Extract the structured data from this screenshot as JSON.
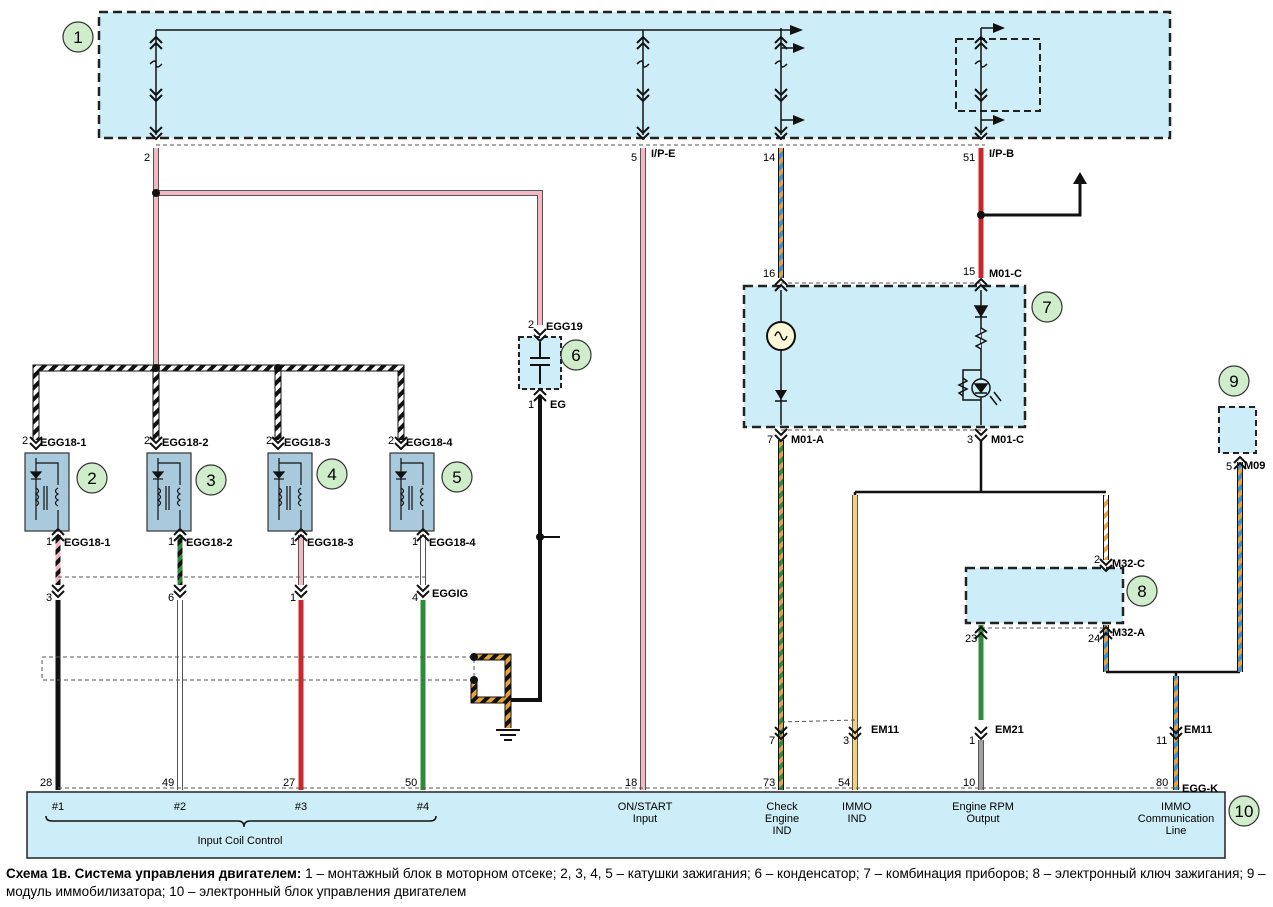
{
  "callouts": [
    "1",
    "2",
    "3",
    "4",
    "5",
    "6",
    "7",
    "8",
    "9",
    "10"
  ],
  "top_box_pins": {
    "p1": "2",
    "p2": "5",
    "p2_conn": "I/P-E",
    "p3": "14",
    "p4": "51",
    "p4_conn": "I/P-B"
  },
  "coils": [
    {
      "pin_top": "2",
      "conn_top": "EGG18-1",
      "pin_bot": "1",
      "conn_bot": "EGG18-1",
      "ecu_pin": "3"
    },
    {
      "pin_top": "2",
      "conn_top": "EGG18-2",
      "pin_bot": "1",
      "conn_bot": "EGG18-2",
      "ecu_pin": "6"
    },
    {
      "pin_top": "2",
      "conn_top": "EGG18-3",
      "pin_bot": "1",
      "conn_bot": "EGG18-3",
      "ecu_pin": "1"
    },
    {
      "pin_top": "2",
      "conn_top": "EGG18-4",
      "pin_bot": "1",
      "conn_bot": "EGG18-4",
      "ecu_pin": "4",
      "ecu_conn": "EGGIG"
    }
  ],
  "capacitor": {
    "pin_top": "2",
    "conn_top": "EGG19",
    "pin_bot": "1",
    "conn_bot": "EG"
  },
  "cluster": {
    "pin_tl": "16",
    "pin_tr": "15",
    "conn_tr": "M01-C",
    "pin_bl": "7",
    "conn_bl": "M01-A",
    "pin_br": "3",
    "conn_br": "M01-C"
  },
  "key": {
    "pin_top": "2",
    "conn_top": "M32-C",
    "pin_bl": "23",
    "pin_br": "24",
    "conn_br": "M32-A"
  },
  "immo": {
    "pin": "5",
    "conn": "M09"
  },
  "em": {
    "p7": "7",
    "p3": "3",
    "conn_em11a": "EM11",
    "p1": "1",
    "conn_em21": "EM21",
    "p11": "11",
    "conn_em11b": "EM11"
  },
  "ecu": {
    "pins": {
      "a": "28",
      "b": "49",
      "c": "27",
      "d": "50",
      "e": "18",
      "f": "73",
      "g": "54",
      "h": "10",
      "i": "80"
    },
    "conn": "EGG-K",
    "labels": {
      "c1": "#1",
      "c2": "#2",
      "c3": "#3",
      "c4": "#4",
      "input_coil": "Input Coil Control",
      "on_start_1": "ON/START",
      "on_start_2": "Input",
      "check_1": "Check",
      "check_2": "Engine",
      "check_3": "IND",
      "immo_ind_1": "IMMO",
      "immo_ind_2": "IND",
      "rpm_1": "Engine RPM",
      "rpm_2": "Output",
      "immo_comm_1": "IMMO",
      "immo_comm_2": "Communication",
      "immo_comm_3": "Line"
    }
  },
  "caption": {
    "title": "Схема 1в. Система управления двигателем:",
    "text": " 1 – монтажный блок в моторном отсеке; 2, 3, 4, 5 – катушки зажигания; 6 – конденсатор; 7 – комбинация приборов; 8 – электронный ключ зажигания; 9 – модуль иммобилизатора; 10 – электронный блок управления двигателем"
  },
  "colors": {
    "panel": "#cdeef8",
    "pink": "#f4b7c4",
    "red": "#c8282c",
    "green": "#2e8b3a",
    "orange": "#e8a33a",
    "blue": "#3a8fd0",
    "yellow": "#f3d27a",
    "gray": "#a0a0a0",
    "black": "#111111"
  }
}
